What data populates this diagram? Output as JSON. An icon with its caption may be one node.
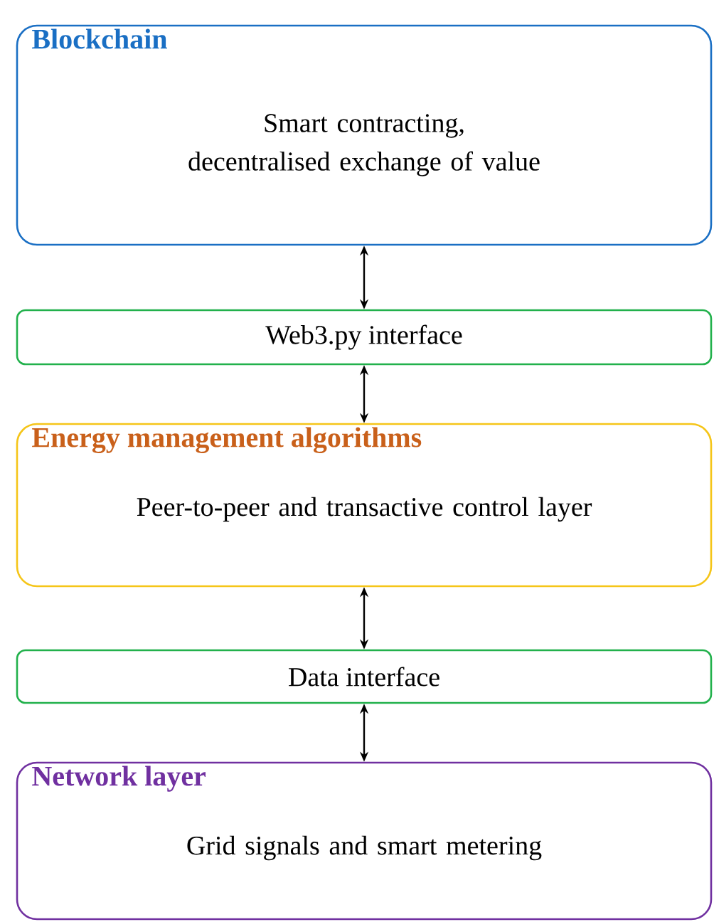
{
  "diagram": {
    "nodes": [
      {
        "text": [
          "Blockchain",
          "Smart contracting, decentralised exchange of value"
        ]
      },
      {
        "text": [
          "Web3.py interface"
        ]
      },
      {
        "text": [
          "Energy management algorithms",
          "Peer-to-peer and transactive control layer"
        ]
      },
      {
        "text": [
          "Data interface"
        ]
      },
      {
        "text": [
          "Network layer",
          "Grid signals and smart metering"
        ]
      }
    ],
    "edges": [
      {
        "from": 0,
        "to": 1,
        "arrow": "both"
      },
      {
        "from": 1,
        "to": 2,
        "arrow": "both"
      },
      {
        "from": 2,
        "to": 3,
        "arrow": "both"
      },
      {
        "from": 3,
        "to": 4,
        "arrow": "both"
      }
    ]
  }
}
